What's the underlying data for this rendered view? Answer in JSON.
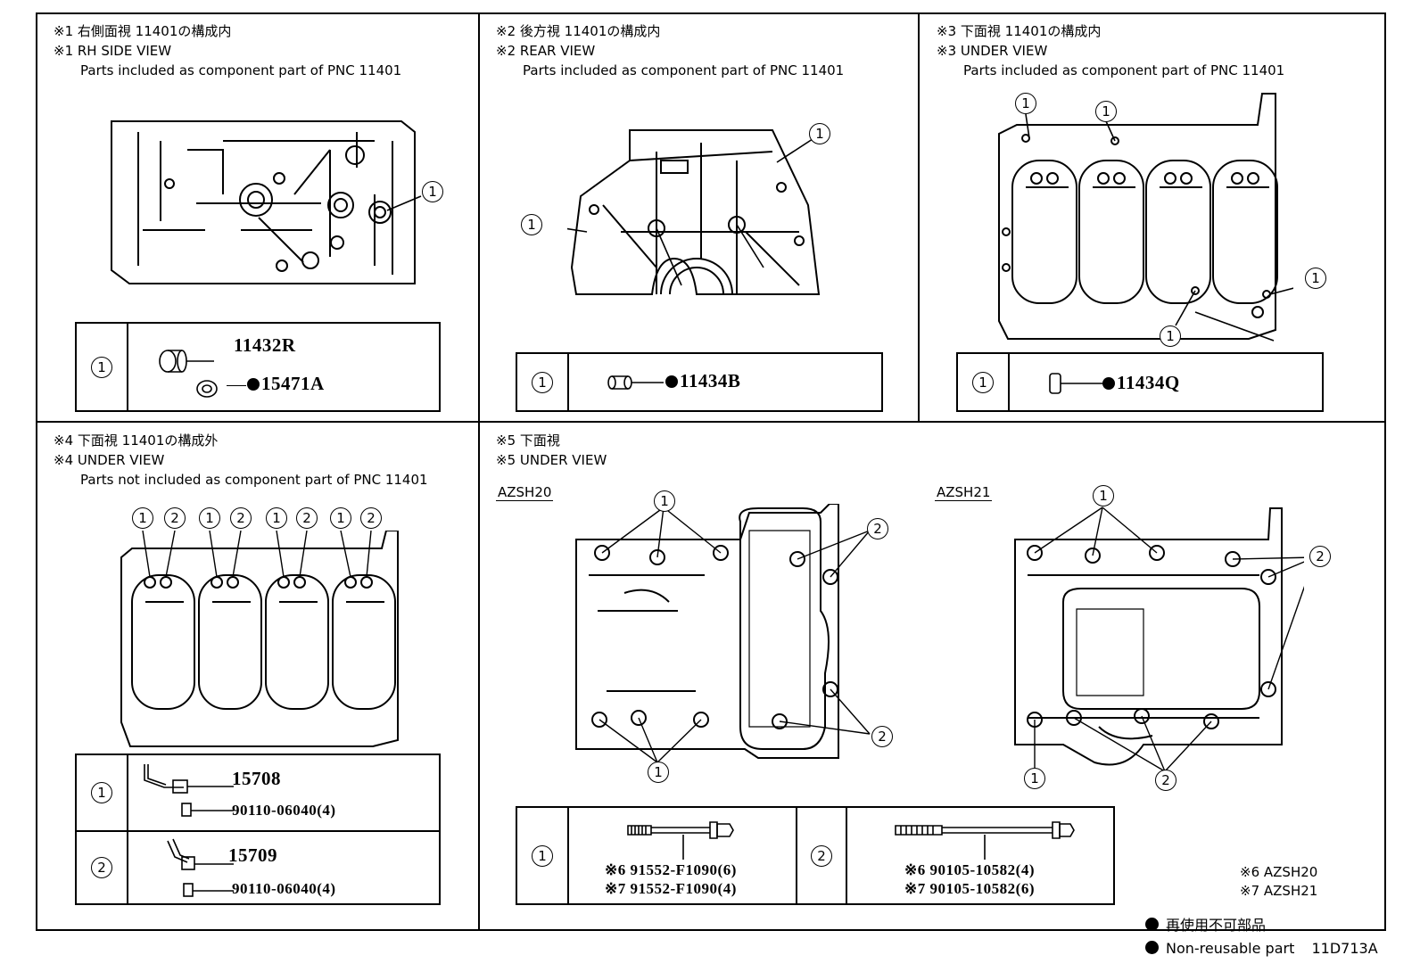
{
  "panels": {
    "p1": {
      "line1": "※1 右側面視 11401の構成内",
      "line2": "※1 RH SIDE VIEW",
      "line3": "Parts included as component part of PNC 11401"
    },
    "p2": {
      "line1": "※2 後方視 11401の構成内",
      "line2": "※2 REAR VIEW",
      "line3": "Parts included as component part of PNC 11401"
    },
    "p3": {
      "line1": "※3 下面視 11401の構成内",
      "line2": "※3 UNDER VIEW",
      "line3": "Parts included as component part of PNC 11401"
    },
    "p4": {
      "line1": "※4 下面視 11401の構成外",
      "line2": "※4 UNDER VIEW",
      "line3": "Parts not included as component part of PNC 11401"
    },
    "p5": {
      "line1": "※5 下面視",
      "line2": "※5 UNDER VIEW",
      "model_a": "AZSH20",
      "model_b": "AZSH21"
    }
  },
  "callouts": {
    "one": "1",
    "two": "2"
  },
  "parts": {
    "p1_a": "11432R",
    "p1_b": "15471A",
    "p2_a": "11434B",
    "p3_a": "11434Q",
    "p4_1a": "15708",
    "p4_1b": "90110-06040(4)",
    "p4_2a": "15709",
    "p4_2b": "90110-06040(4)",
    "p5_1a": "※6 91552-F1090(6)",
    "p5_1b": "※7 91552-F1090(4)",
    "p5_2a": "※6 90105-10582(4)",
    "p5_2b": "※7 90105-10582(6)"
  },
  "footnotes": {
    "n6": "※6  AZSH20",
    "n7": "※7  AZSH21"
  },
  "legend": {
    "jp": "再使用不可部品",
    "en": "Non-reusable part",
    "code": "11D713A"
  }
}
